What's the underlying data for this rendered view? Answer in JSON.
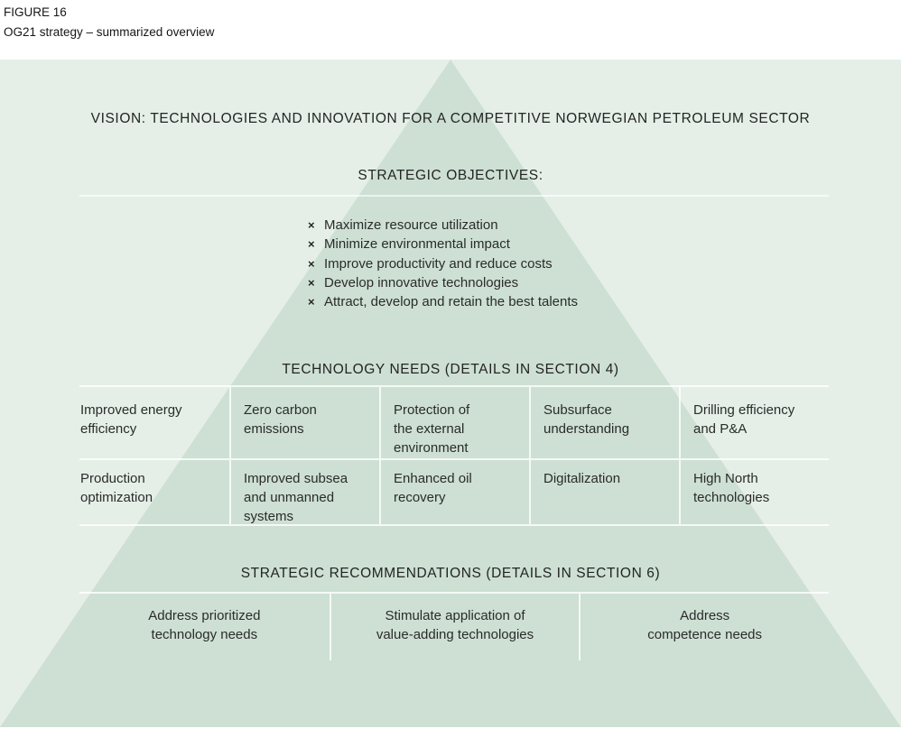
{
  "figure": {
    "label": "FIGURE 16",
    "caption": "OG21 strategy – summarized overview"
  },
  "bullet_marker": "×",
  "vision_heading": "VISION: TECHNOLOGIES AND INNOVATION FOR A COMPETITIVE NORWEGIAN PETROLEUM SECTOR",
  "strategic_objectives": {
    "heading": "STRATEGIC OBJECTIVES:",
    "items": [
      "Maximize resource utilization",
      "Minimize environmental impact",
      "Improve productivity and reduce costs",
      "Develop innovative technologies",
      "Attract, develop and retain the best talents"
    ]
  },
  "technology_needs": {
    "heading": "TECHNOLOGY NEEDS (DETAILS IN SECTION 4)",
    "rows": [
      [
        "Improved energy\nefficiency",
        "Zero carbon\nemissions",
        "Protection of\nthe external\nenvironment",
        "Subsurface\nunderstanding",
        "Drilling efficiency\nand P&A"
      ],
      [
        "Production\noptimization",
        "Improved subsea\nand unmanned\nsystems",
        "Enhanced oil\nrecovery",
        "Digitalization",
        "High North\ntechnologies"
      ]
    ]
  },
  "strategic_recommendations": {
    "heading": "STRATEGIC RECOMMENDATIONS (DETAILS IN SECTION 6)",
    "items": [
      "Address prioritized\ntechnology needs",
      "Stimulate application of\nvalue-adding technologies",
      "Address\ncompetence needs"
    ]
  },
  "colors": {
    "figure_background": "#e5efe8",
    "triangle_fill": "#cde0d3",
    "grid_line": "#ffffff",
    "text": "#2b2b2b"
  }
}
